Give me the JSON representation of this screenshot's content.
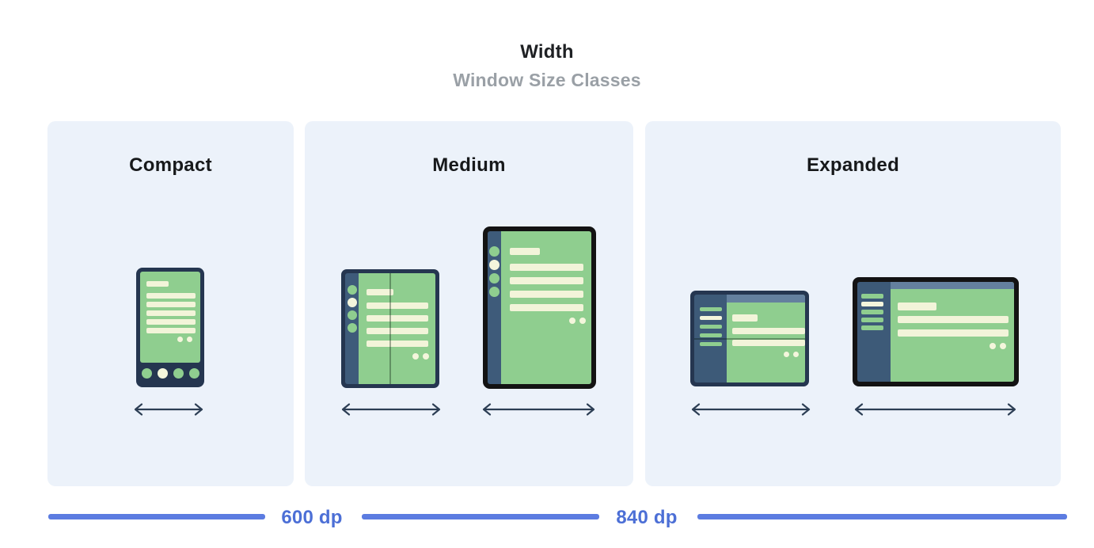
{
  "header": {
    "title": "Width",
    "subtitle": "Window Size Classes"
  },
  "panels": [
    {
      "label": "Compact",
      "illustrations": [
        "phone"
      ]
    },
    {
      "label": "Medium",
      "illustrations": [
        "foldable-portrait",
        "tablet-portrait"
      ]
    },
    {
      "label": "Expanded",
      "illustrations": [
        "foldable-landscape",
        "desktop-landscape"
      ]
    }
  ],
  "axis": {
    "breakpoints": [
      "600 dp",
      "840 dp"
    ]
  },
  "colors": {
    "panel_bg": "#ecf2fa",
    "frame_navy": "#253650",
    "frame_black": "#131313",
    "screen_green": "#8fce8f",
    "content_cream": "#f2f4d9",
    "rail_slate": "#3e5b7a",
    "topbar_slate": "#64809e",
    "arrow_navy": "#2c3e54",
    "axis_line_blue": "#5c7ce1",
    "axis_label_blue": "#4c6fd6",
    "subtitle_gray": "#9aa0a6"
  }
}
